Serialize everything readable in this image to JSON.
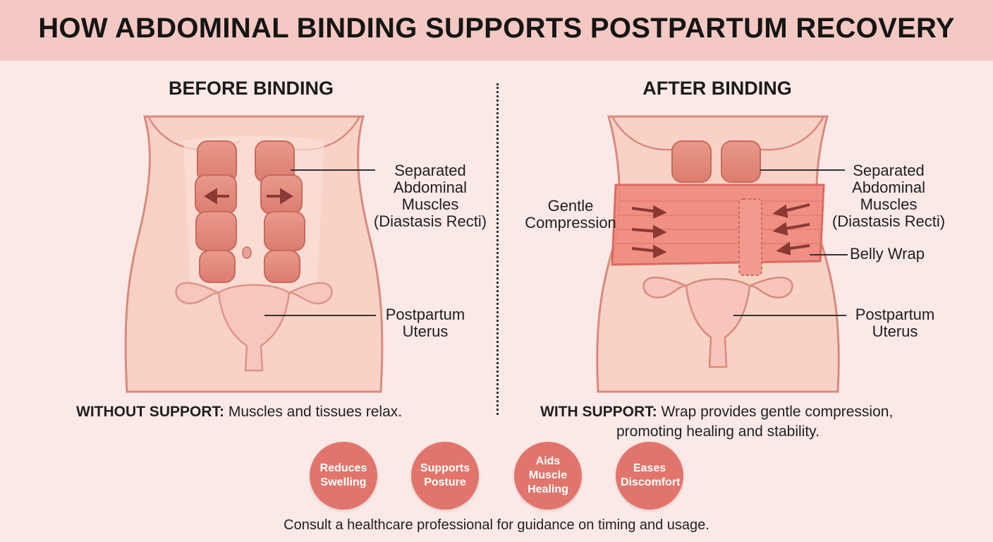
{
  "title": "HOW ABDOMINAL BINDING SUPPORTS POSTPARTUM RECOVERY",
  "before": {
    "heading": "BEFORE BINDING",
    "labels": {
      "muscles": "Separated\nAbdominal\nMuscles\n(Diastasis Recti)",
      "uterus": "Postpartum\nUterus"
    },
    "caption_bold": "WITHOUT SUPPORT:",
    "caption_text": " Muscles and tissues relax."
  },
  "after": {
    "heading": "AFTER BINDING",
    "labels": {
      "compression": "Gentle\nCompression",
      "muscles": "Separated\nAbdominal\nMuscles\n(Diastasis Recti)",
      "wrap": "Belly Wrap",
      "uterus": "Postpartum\nUterus"
    },
    "caption_bold": "WITH SUPPORT:",
    "caption_text": " Wrap provides gentle compression,",
    "caption_line2": "promoting healing and stability."
  },
  "benefits": [
    "Reduces\nSwelling",
    "Supports\nPosture",
    "Aids\nMuscle\nHealing",
    "Eases\nDiscomfort"
  ],
  "footer": "Consult a healthcare professional for guidance on timing and usage.",
  "colors": {
    "banner": "#f5c9c3",
    "background": "#fbe9e8",
    "skin": "#f9d2c6",
    "muscle": "#e58f80",
    "wrap": "#f08c80",
    "benefit_circle": "#e2756b"
  }
}
